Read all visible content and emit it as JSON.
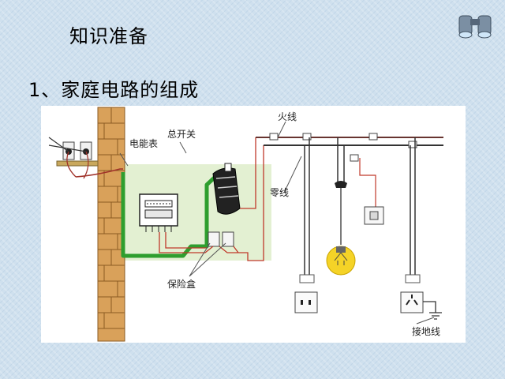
{
  "page": {
    "title": "知识准备",
    "subtitle": "1、家庭电路的组成"
  },
  "diagram": {
    "labels": {
      "meter": "电能表",
      "main_switch": "总开关",
      "live_wire": "火线",
      "neutral_wire": "零线",
      "fuse_box": "保险盒",
      "ground_wire": "接地线"
    },
    "colors": {
      "wall_brick": "#d9a15a",
      "ground_conductor": "#2e9e2e",
      "live_conductor": "#c0392b",
      "bulb_glow": "#f5d327",
      "panel_bg": "#e3f0d2"
    }
  }
}
